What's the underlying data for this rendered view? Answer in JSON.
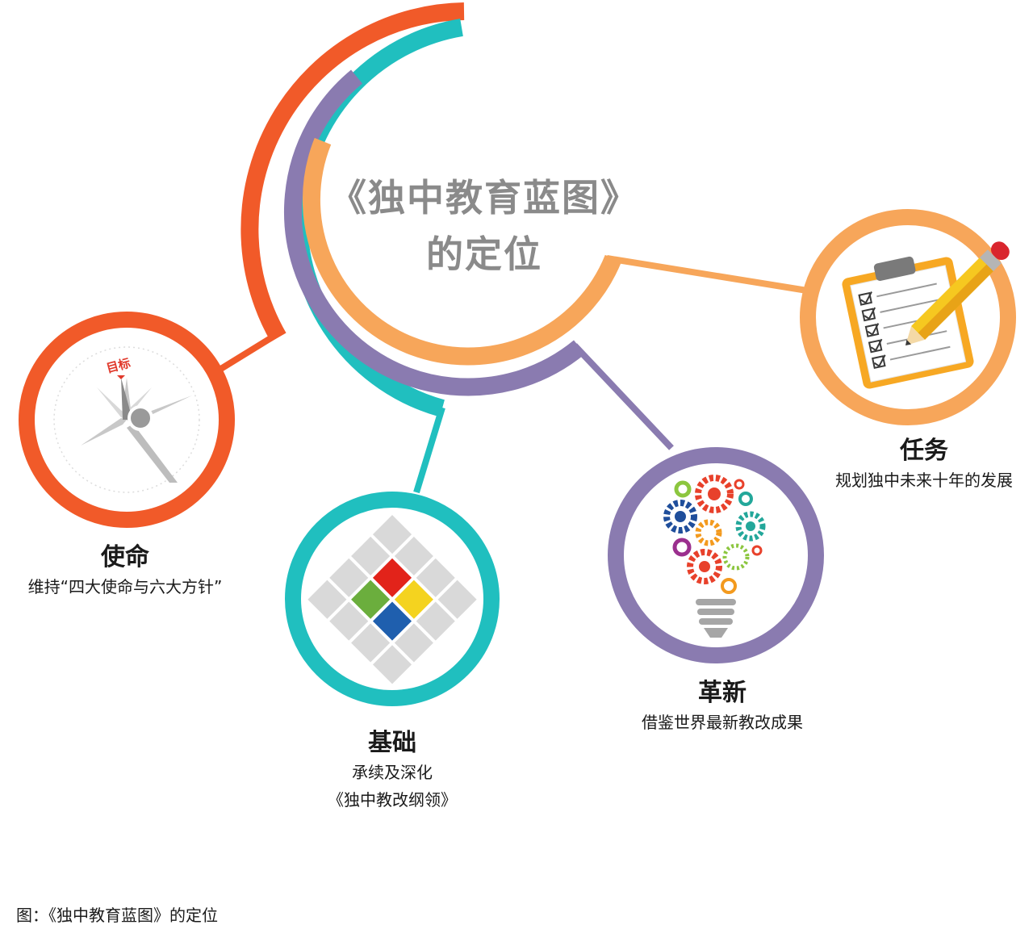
{
  "hub": {
    "title_line1": "《独中教育蓝图》",
    "title_line2": "的定位"
  },
  "nodes": [
    {
      "id": "mission",
      "title": "使命",
      "desc": [
        "维持“四大使命与六大方针”"
      ],
      "icon": "compass-icon",
      "icon_text": "目标",
      "color": "#F15A29"
    },
    {
      "id": "foundation",
      "title": "基础",
      "desc": [
        "承续及深化",
        "《独中教改纲领》"
      ],
      "icon": "puzzle-icon",
      "color": "#20BFBF"
    },
    {
      "id": "innovation",
      "title": "革新",
      "desc": [
        "借鉴世界最新教改成果"
      ],
      "icon": "gear-bulb-icon",
      "color": "#8A7BB0"
    },
    {
      "id": "task",
      "title": "任务",
      "desc": [
        "规划独中未来十年的发展"
      ],
      "icon": "clipboard-pencil-icon",
      "color": "#F7A65A"
    }
  ],
  "caption": "图：《独中教育蓝图》的定位"
}
